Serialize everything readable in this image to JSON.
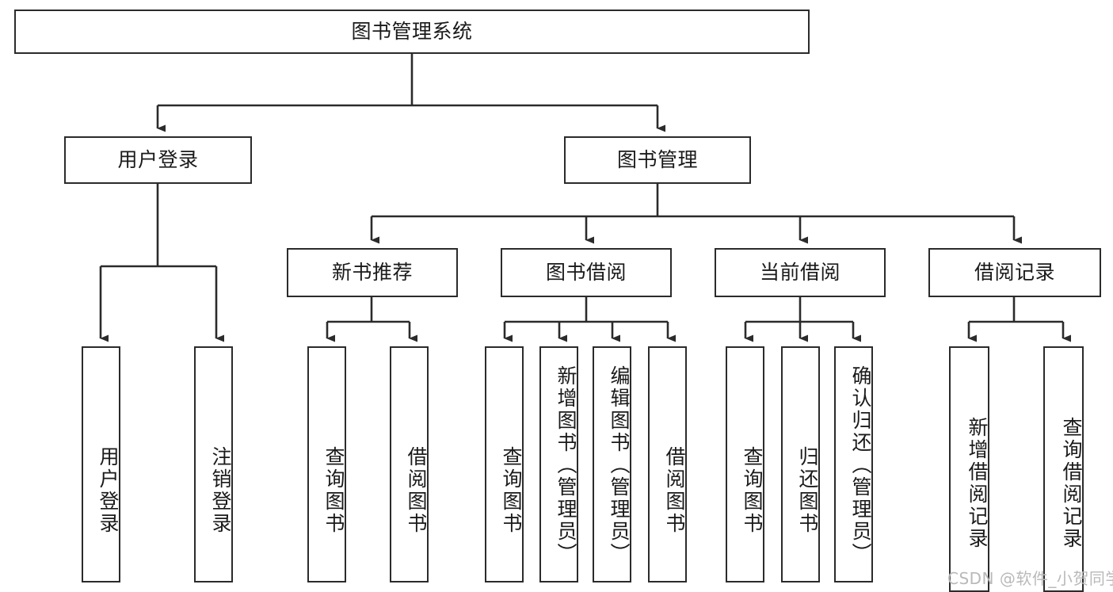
{
  "diagram": {
    "title": "图书管理系统",
    "type": "tree-hierarchy",
    "watermark": "CSDN @软件_小贺同学",
    "colors": {
      "box_border": "#2b2b2b",
      "box_fill": "#ffffff",
      "edge": "#2b2b2b",
      "text": "#1a1a1a",
      "watermark": "#b9b9b9",
      "background": "#ffffff"
    },
    "nodes": {
      "root": {
        "label": "图书管理系统",
        "orientation": "horizontal"
      },
      "level2": [
        {
          "id": "user-login",
          "label": "用户登录",
          "orientation": "horizontal"
        },
        {
          "id": "book-manage",
          "label": "图书管理",
          "orientation": "horizontal"
        }
      ],
      "level3": [
        {
          "id": "new-book-recommend",
          "label": "新书推荐",
          "orientation": "horizontal"
        },
        {
          "id": "book-borrow",
          "label": "图书借阅",
          "orientation": "horizontal"
        },
        {
          "id": "current-borrow",
          "label": "当前借阅",
          "orientation": "horizontal"
        },
        {
          "id": "borrow-record",
          "label": "借阅记录",
          "orientation": "horizontal"
        }
      ],
      "leaves": [
        {
          "id": "leaf-user-login",
          "label": "用户登录",
          "parent": "user-login",
          "orientation": "vertical"
        },
        {
          "id": "leaf-user-logout",
          "label": "注销登录",
          "parent": "user-login",
          "orientation": "vertical"
        },
        {
          "id": "leaf-query-book-1",
          "label": "查询图书",
          "parent": "new-book-recommend",
          "orientation": "vertical"
        },
        {
          "id": "leaf-borrow-book-1",
          "label": "借阅图书",
          "parent": "new-book-recommend",
          "orientation": "vertical"
        },
        {
          "id": "leaf-query-book-2",
          "label": "查询图书",
          "parent": "book-borrow",
          "orientation": "vertical"
        },
        {
          "id": "leaf-add-book",
          "label": "新增图书（管理员）",
          "parent": "book-borrow",
          "orientation": "vertical"
        },
        {
          "id": "leaf-edit-book",
          "label": "编辑图书（管理员）",
          "parent": "book-borrow",
          "orientation": "vertical"
        },
        {
          "id": "leaf-borrow-book-2",
          "label": "借阅图书",
          "parent": "book-borrow",
          "orientation": "vertical"
        },
        {
          "id": "leaf-query-book-3",
          "label": "查询图书",
          "parent": "current-borrow",
          "orientation": "vertical"
        },
        {
          "id": "leaf-return-book",
          "label": "归还图书",
          "parent": "current-borrow",
          "orientation": "vertical"
        },
        {
          "id": "leaf-confirm-return",
          "label": "确认归还（管理员）",
          "parent": "current-borrow",
          "orientation": "vertical"
        },
        {
          "id": "leaf-add-record",
          "label": "新增借阅记录",
          "parent": "borrow-record",
          "orientation": "vertical"
        },
        {
          "id": "leaf-query-record",
          "label": "查询借阅记录",
          "parent": "borrow-record",
          "orientation": "vertical"
        }
      ]
    }
  }
}
